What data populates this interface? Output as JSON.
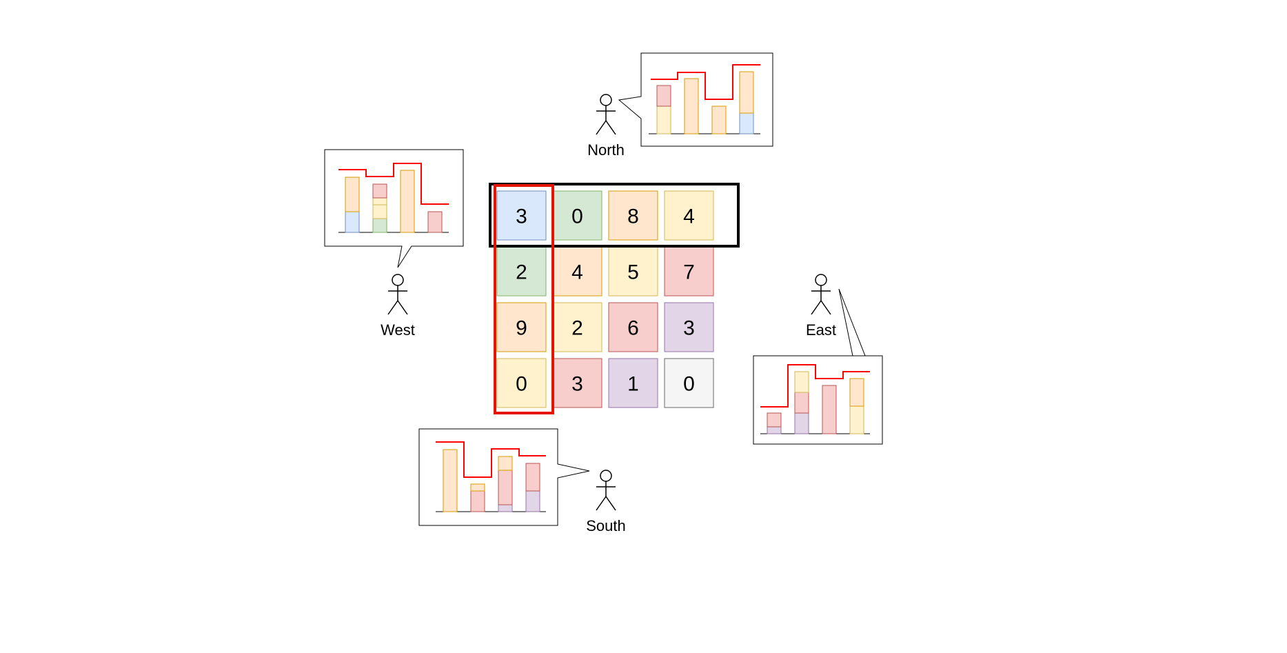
{
  "grid": {
    "rows": [
      [
        {
          "value": "3",
          "color": "#dae8fc",
          "stroke": "#6c8ebf"
        },
        {
          "value": "0",
          "color": "#d5e8d4",
          "stroke": "#82b366"
        },
        {
          "value": "8",
          "color": "#ffe6cc",
          "stroke": "#d79b00"
        },
        {
          "value": "4",
          "color": "#fff2cc",
          "stroke": "#d6b656"
        }
      ],
      [
        {
          "value": "2",
          "color": "#d5e8d4",
          "stroke": "#82b366"
        },
        {
          "value": "4",
          "color": "#ffe6cc",
          "stroke": "#d79b00"
        },
        {
          "value": "5",
          "color": "#fff2cc",
          "stroke": "#d6b656"
        },
        {
          "value": "7",
          "color": "#f8cecc",
          "stroke": "#b85450"
        }
      ],
      [
        {
          "value": "9",
          "color": "#ffe6cc",
          "stroke": "#d79b00"
        },
        {
          "value": "2",
          "color": "#fff2cc",
          "stroke": "#d6b656"
        },
        {
          "value": "6",
          "color": "#f8cecc",
          "stroke": "#b85450"
        },
        {
          "value": "3",
          "color": "#e1d5e7",
          "stroke": "#9673a6"
        }
      ],
      [
        {
          "value": "0",
          "color": "#fff2cc",
          "stroke": "#d6b656"
        },
        {
          "value": "3",
          "color": "#f8cecc",
          "stroke": "#b85450"
        },
        {
          "value": "1",
          "color": "#e1d5e7",
          "stroke": "#9673a6"
        },
        {
          "value": "0",
          "color": "#f5f5f5",
          "stroke": "#666666"
        }
      ]
    ],
    "highlight_row_color": "#000000",
    "highlight_column_color": "#e51400"
  },
  "observers": [
    {
      "id": "north",
      "label": "North"
    },
    {
      "id": "west",
      "label": "West"
    },
    {
      "id": "east",
      "label": "East"
    },
    {
      "id": "south",
      "label": "South"
    }
  ],
  "colors": {
    "skyline": "#ff0000",
    "blue": "#dae8fc",
    "green": "#d5e8d4",
    "orange": "#ffe6cc",
    "yellow": "#fff2cc",
    "red": "#f8cecc",
    "purple": "#e1d5e7",
    "gray": "#f5f5f5"
  }
}
